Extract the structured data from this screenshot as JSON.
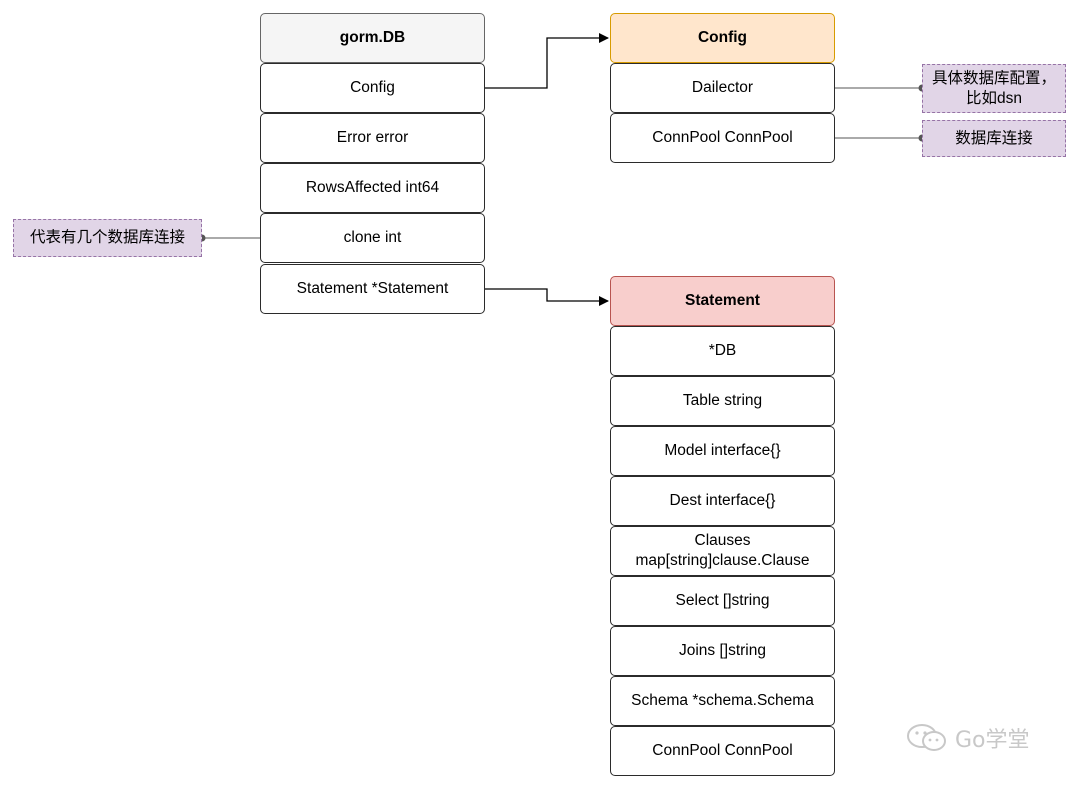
{
  "db_struct": {
    "title": "gorm.DB",
    "fields": [
      "Config",
      "Error error",
      "RowsAffected int64",
      "clone int",
      "Statement *Statement"
    ]
  },
  "config_struct": {
    "title": "Config",
    "fields": [
      "Dailector",
      "ConnPool ConnPool"
    ]
  },
  "statement_struct": {
    "title": "Statement",
    "fields": [
      "*DB",
      "Table string",
      "Model interface{}",
      "Dest interface{}",
      "Clauses map[string]clause.Clause",
      "Select []string",
      "Joins []string",
      "Schema *schema.Schema",
      "ConnPool ConnPool"
    ]
  },
  "notes": {
    "clone": "代表有几个数据库连接",
    "dialector": "具体数据库配置，比如dsn",
    "connpool": "数据库连接"
  },
  "watermark": "Go学堂",
  "colors": {
    "db_header_fill": "#f5f5f5",
    "config_header_fill": "#ffe6cc",
    "config_header_stroke": "#d79b00",
    "statement_header_fill": "#f8cecc",
    "statement_header_stroke": "#b85450",
    "note_fill": "#e1d5e7",
    "note_stroke": "#9673a6"
  }
}
